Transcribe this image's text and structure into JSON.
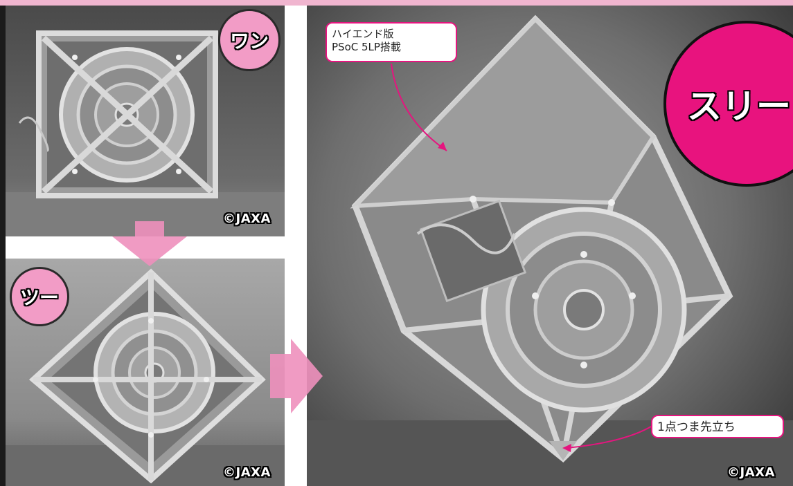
{
  "panels": {
    "one": {
      "badge": "ワン",
      "credit": "©JAXA"
    },
    "two": {
      "badge": "ツー",
      "credit": "©JAXA"
    },
    "three": {
      "badge": "スリー!",
      "credit": "©JAXA"
    }
  },
  "callouts": {
    "high_end": {
      "line1": "ハイエンド版",
      "line2": "PSoC 5LP搭載"
    },
    "tip": "1点つま先立ち"
  },
  "colors": {
    "badge_pink": "#f29cc6",
    "badge_magenta": "#e8137e",
    "callout_border": "#e5157f",
    "arrow_pink": "#ee90bd"
  }
}
